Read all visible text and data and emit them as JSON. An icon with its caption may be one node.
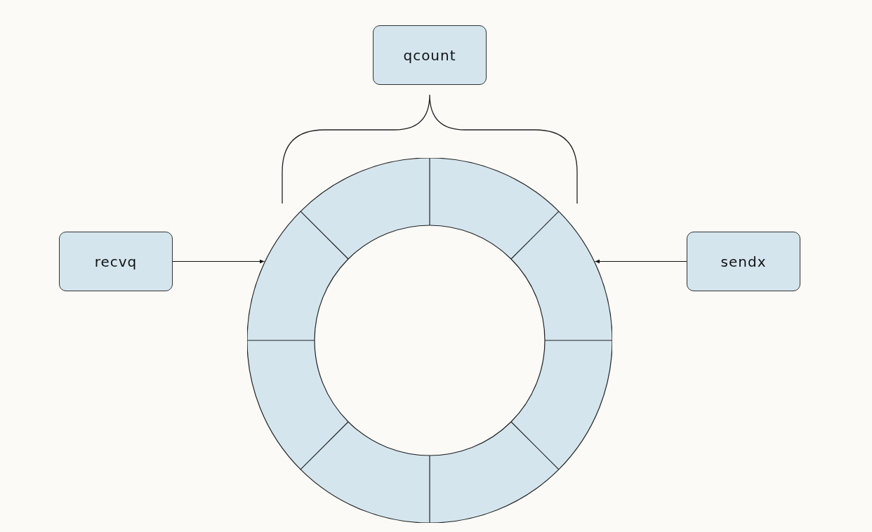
{
  "diagram": {
    "nodes": [
      {
        "text": [
          "qcount"
        ]
      },
      {
        "text": [
          "recvq"
        ]
      },
      {
        "text": [
          "sendx"
        ]
      },
      {
        "text": [],
        "shape": "ring"
      }
    ],
    "edges": [
      {
        "from": 1,
        "to": 3,
        "arrow": "to"
      },
      {
        "from": 2,
        "to": 3,
        "arrow": "to"
      }
    ]
  }
}
